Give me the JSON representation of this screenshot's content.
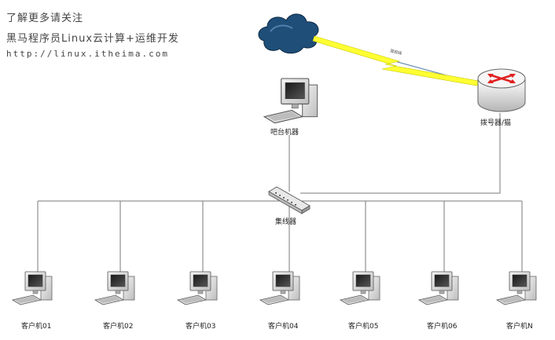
{
  "header": {
    "line1": "了解更多请关注",
    "line2": "黑马程序员Linux云计算+运维开发",
    "line3": "http://linux.itheima.com"
  },
  "diagram": {
    "router_label": "拨号器/猫",
    "link_label": "双绞线",
    "bar_label": "吧台机器",
    "hub_label": "集线器",
    "clients": [
      "客户机01",
      "客户机02",
      "客户机03",
      "客户机04",
      "客户机05",
      "客户机06",
      "客户机N"
    ]
  },
  "colors": {
    "line": "#7a7a7a",
    "cloud": "#1f4e79",
    "lightning": "#ffff33",
    "router_arrows": "#e02020",
    "device_body": "#d9d9d9"
  },
  "icons": {
    "internet": "cloud-icon",
    "router": "router-icon",
    "hub": "hub-icon",
    "computer": "computer-icon"
  }
}
